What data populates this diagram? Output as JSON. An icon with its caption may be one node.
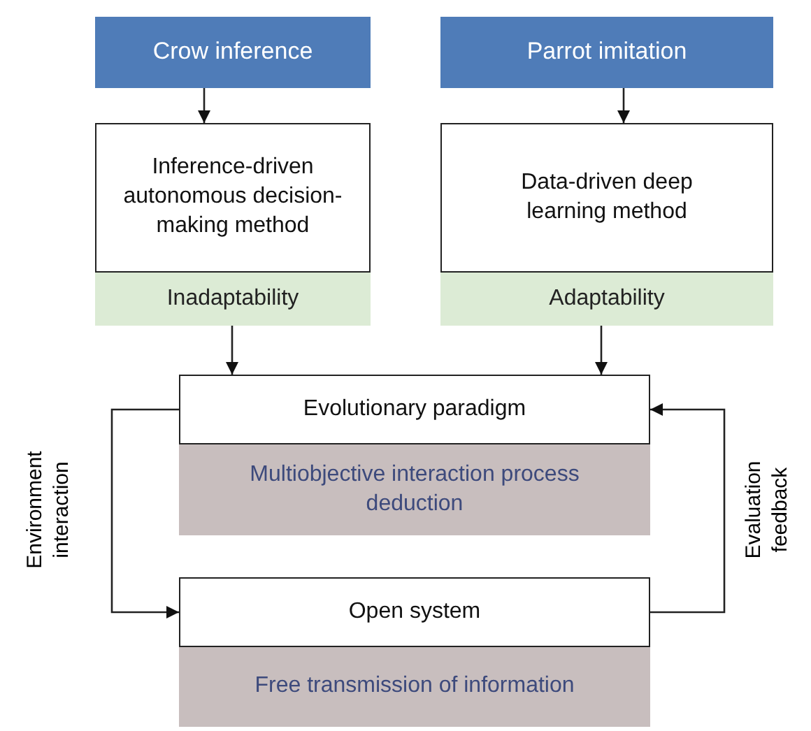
{
  "diagram": {
    "nodes": [
      {
        "text": [
          "Crow inference"
        ]
      },
      {
        "text": [
          "Parrot imitation"
        ]
      },
      {
        "text": [
          "Inference-driven autonomous decision-making method"
        ]
      },
      {
        "text": [
          "Inadaptability"
        ]
      },
      {
        "text": [
          "Data-driven deep learning method"
        ]
      },
      {
        "text": [
          "Adaptability"
        ]
      },
      {
        "text": [
          "Evolutionary paradigm"
        ]
      },
      {
        "text": [
          "Multiobjective interaction process deduction"
        ]
      },
      {
        "text": [
          "Open system"
        ]
      },
      {
        "text": [
          "Free transmission of information"
        ]
      }
    ],
    "edges": [
      {
        "from": 0,
        "to": 2,
        "arrow": "to"
      },
      {
        "from": 1,
        "to": 4,
        "arrow": "to"
      },
      {
        "from": 3,
        "to": 6,
        "arrow": "to"
      },
      {
        "from": 5,
        "to": 6,
        "arrow": "to"
      },
      {
        "from": 6,
        "to": 8,
        "arrow": "to",
        "label": "Environment interaction"
      },
      {
        "from": 8,
        "to": 6,
        "arrow": "to",
        "label": "Evaluation feedback"
      }
    ]
  }
}
